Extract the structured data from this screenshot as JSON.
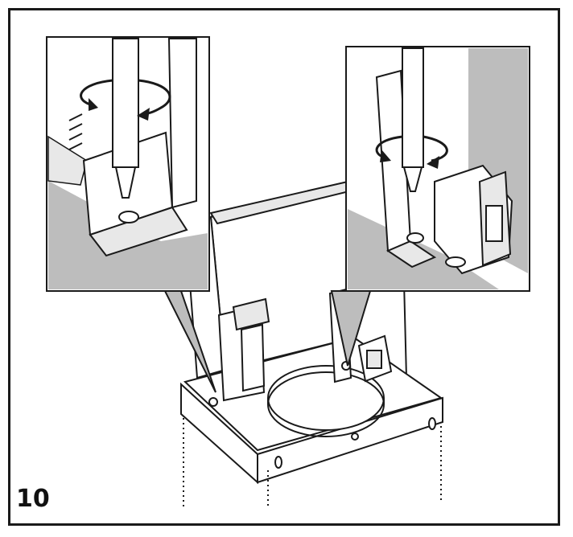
{
  "step": {
    "number": "10"
  },
  "colors": {
    "line": "#1a1a1a",
    "shade": "#bdbdbd",
    "light": "#e8e8e8",
    "paper": "#ffffff"
  },
  "figure": {
    "detail_views": [
      {
        "id": "left-detail",
        "action": "rotate-screw-clockwise"
      },
      {
        "id": "right-detail",
        "action": "rotate-screw-clockwise"
      }
    ]
  }
}
